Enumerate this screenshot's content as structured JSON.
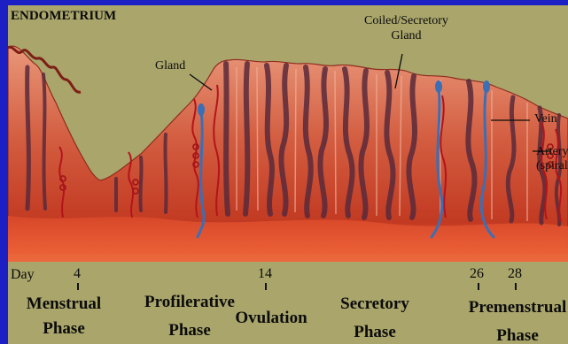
{
  "diagram": {
    "title": "ENDOMETRIUM",
    "labels": {
      "gland": "Gland",
      "coiled_gland_line1": "Coiled/Secretory",
      "coiled_gland_line2": "Gland",
      "vein": "Vein",
      "artery_line1": "Artery",
      "artery_line2": "(spiral)"
    },
    "timeline": {
      "day_label": "Day",
      "ticks": [
        "4",
        "14",
        "26",
        "28"
      ]
    },
    "phases": [
      {
        "line1": "Menstrual",
        "line2": "Phase"
      },
      {
        "line1": "Profilerative",
        "line2": "Phase"
      },
      {
        "line1": "Ovulation",
        "line2": ""
      },
      {
        "line1": "Secretory",
        "line2": "Phase"
      },
      {
        "line1": "Premenstrual",
        "line2": "Phase"
      }
    ],
    "colors": {
      "background_border": "#1b1fc4",
      "panel": "#a9a56b",
      "tissue": "#c9442f",
      "tissue_light": "#e58a63",
      "gland_dark": "#5a2a3a",
      "vein": "#3b6fb5"
    }
  }
}
